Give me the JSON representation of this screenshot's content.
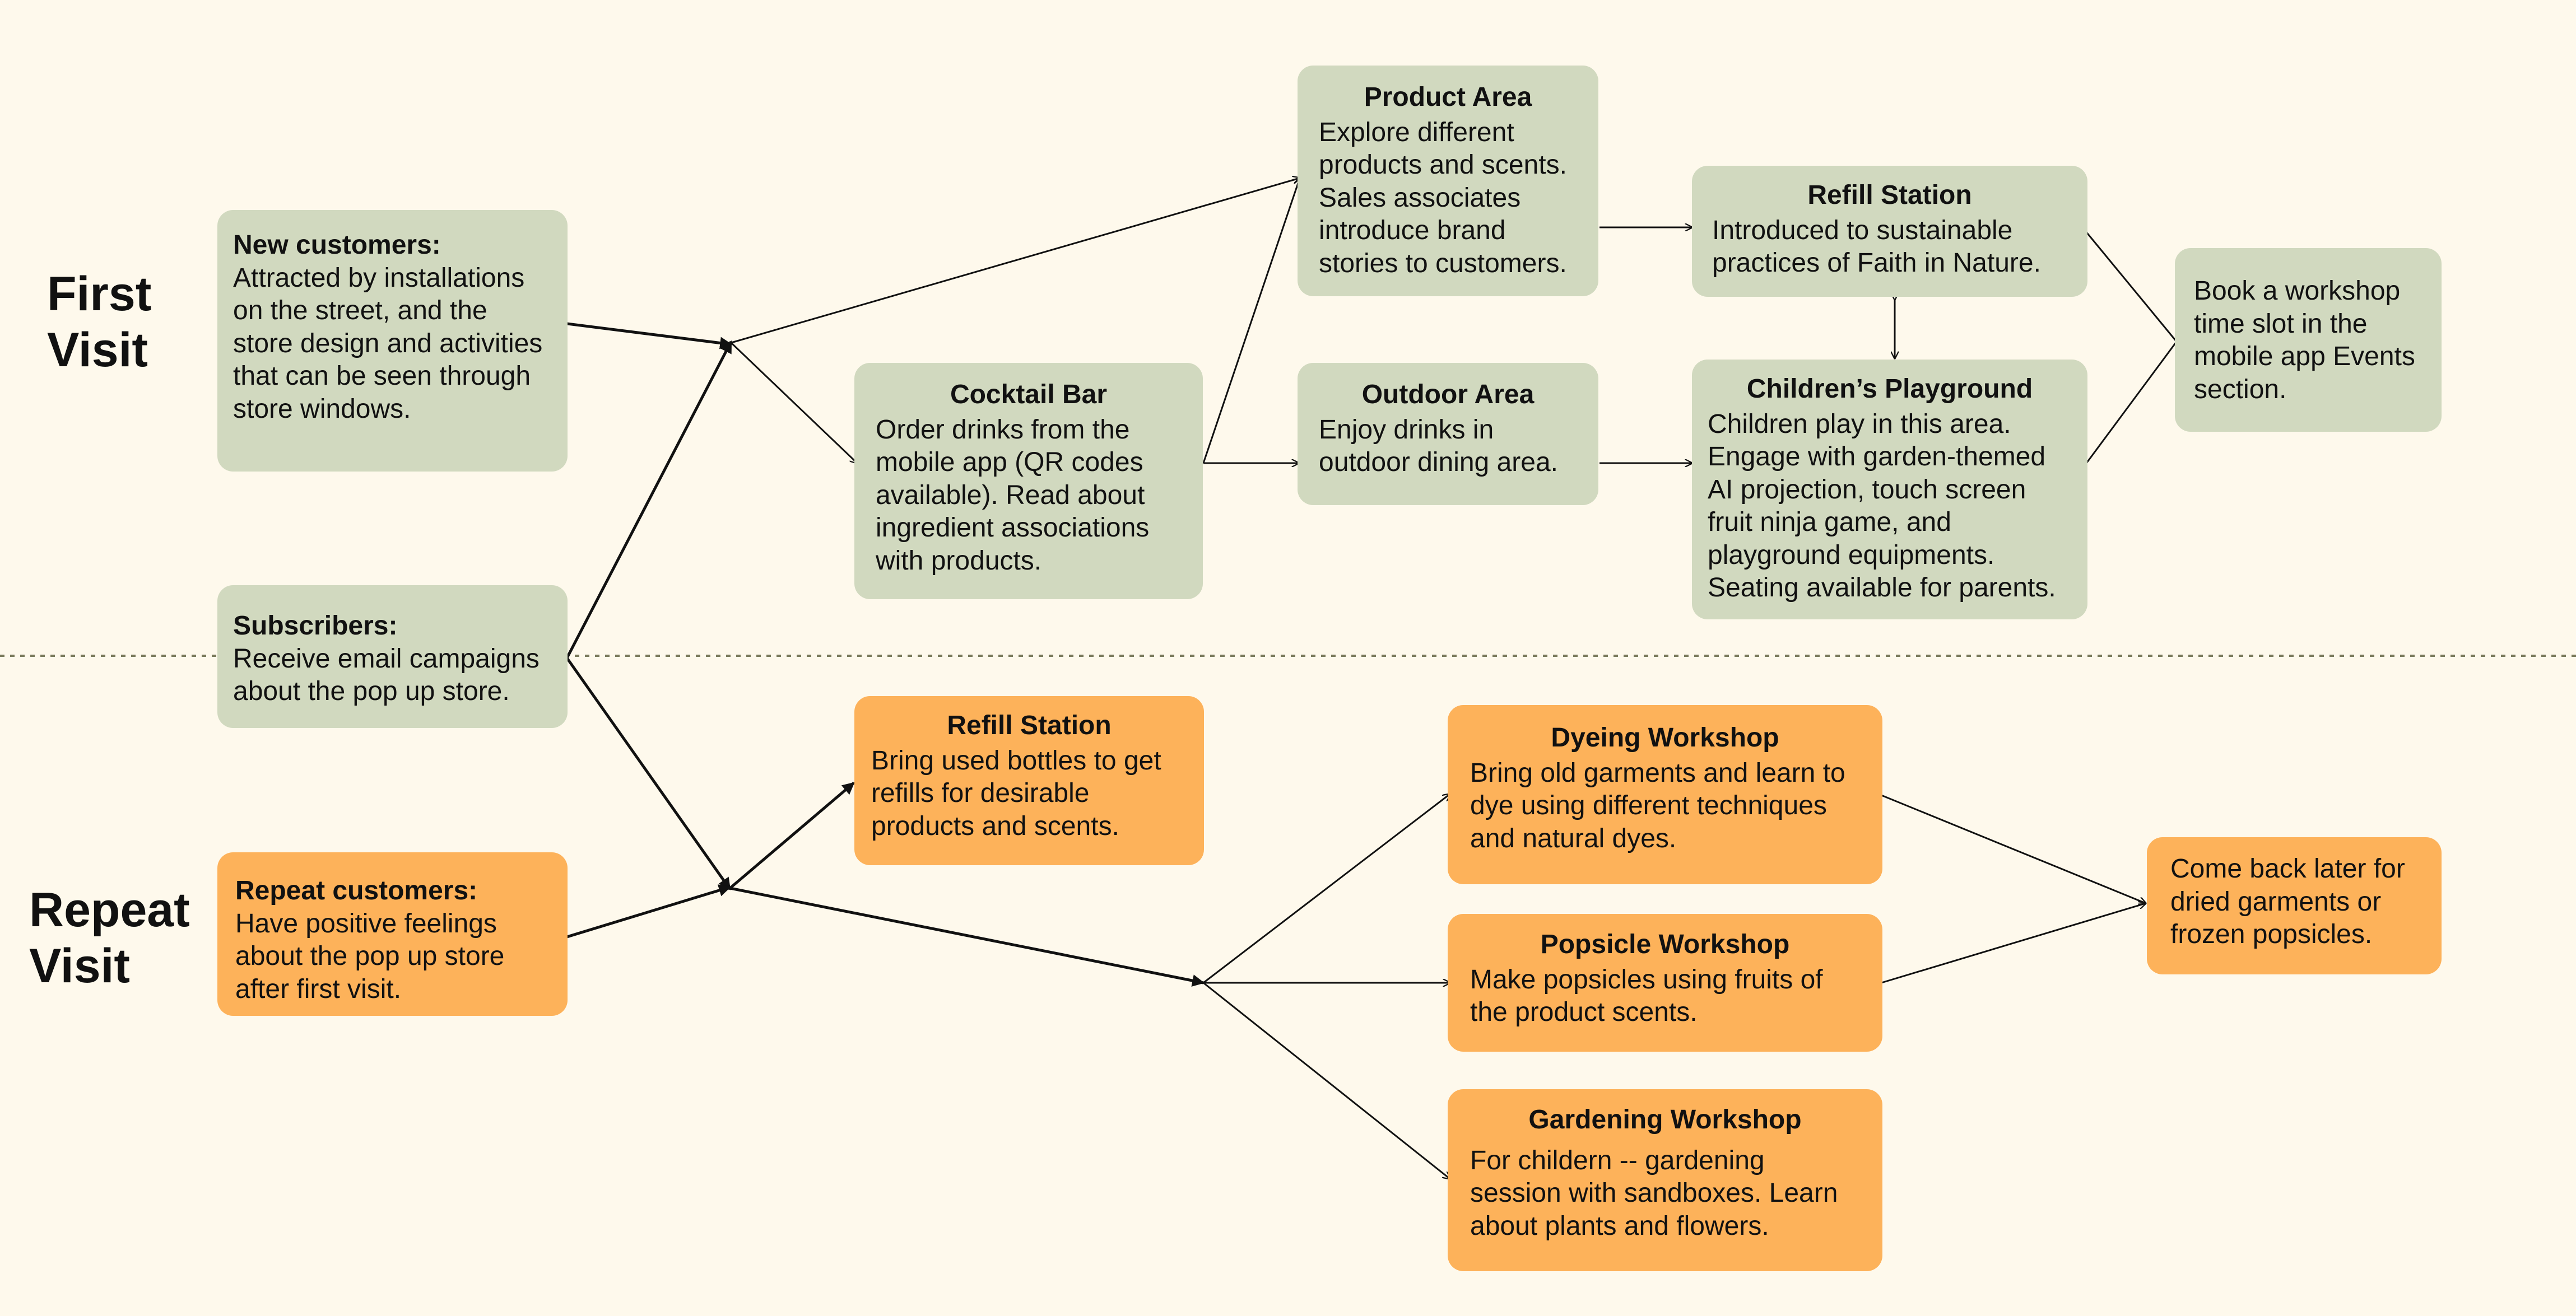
{
  "sections": {
    "first": [
      "First",
      "Visit"
    ],
    "repeat": [
      "Repeat",
      "Visit"
    ]
  },
  "boxes": {
    "new_customers": {
      "title": "New customers:",
      "body": "Attracted by installations on the street, and the store design and activities that can be seen through store windows."
    },
    "subscribers": {
      "title": "Subscribers:",
      "body": "Receive email campaigns about the pop up store."
    },
    "repeat_customers": {
      "title": "Repeat customers:",
      "body": "Have positive feelings about the pop up store after first visit."
    },
    "cocktail_bar": {
      "title": "Cocktail Bar",
      "body": "Order drinks from the mobile app (QR codes available). Read about ingredient associations with products."
    },
    "product_area": {
      "title": "Product Area",
      "body": "Explore different products and scents. Sales associates introduce brand stories to customers."
    },
    "outdoor_area": {
      "title": "Outdoor Area",
      "body": "Enjoy drinks in outdoor dining area."
    },
    "refill_station_first": {
      "title": "Refill Station",
      "body": "Introduced to sustainable practices of Faith in Nature."
    },
    "childrens_playground": {
      "title": "Children’s Playground",
      "body": "Children play in this area. Engage with garden-themed AI projection, touch screen fruit ninja game, and playground equipments. Seating available for parents."
    },
    "book_workshop": {
      "body": "Book a workshop time slot in the mobile app Events section."
    },
    "refill_station_repeat": {
      "title": "Refill Station",
      "body": "Bring used bottles to get refills for desirable products and scents."
    },
    "dyeing_workshop": {
      "title": "Dyeing Workshop",
      "body": "Bring old garments and learn to dye using different techniques and natural dyes."
    },
    "popsicle_workshop": {
      "title": "Popsicle Workshop",
      "body": "Make popsicles using fruits of the product scents."
    },
    "gardening_workshop": {
      "title": "Gardening Workshop",
      "body": "For childern -- gardening session with sandboxes. Learn about plants and flowers."
    },
    "come_back_later": {
      "body": "Come back later for dried garments or frozen popsicles."
    }
  },
  "colors": {
    "background": "#FEF9EC",
    "first_visit_box": "#D1D9BF",
    "repeat_visit_box": "#FDB25A",
    "line": "#111111",
    "divider": "#7A7A5C"
  }
}
